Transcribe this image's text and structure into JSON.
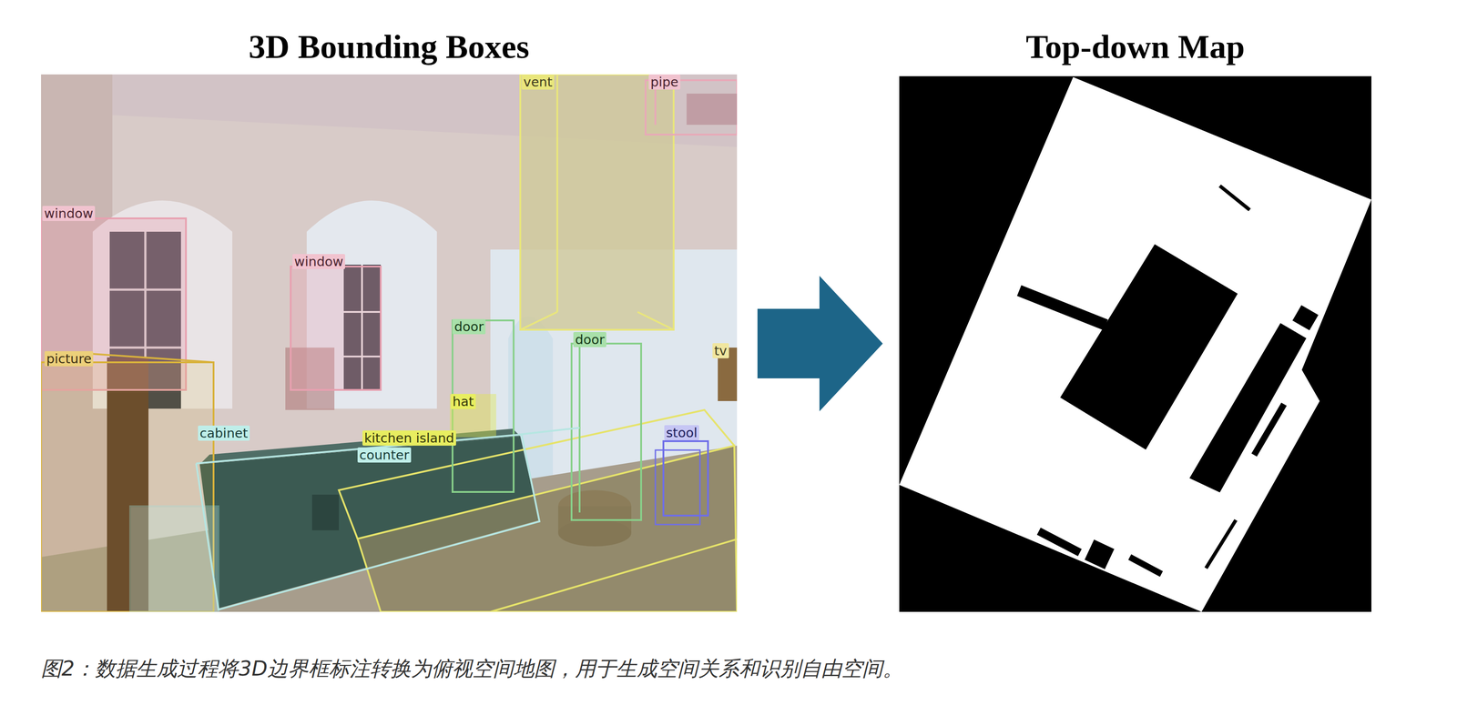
{
  "diagram": {
    "caption": "图2：数据生成过程将3D边界框标注转换为俯视空间地图，用于生成空间关系和识别自由空间。",
    "nodes": [
      {
        "text": [
          "3D Bounding Boxes"
        ]
      },
      {
        "text": [
          "Top-down Map"
        ]
      }
    ],
    "edges": [
      {
        "from": 0,
        "to": 1,
        "arrow": "to"
      }
    ],
    "labels": [
      "vent",
      "pipe",
      "window",
      "window",
      "door",
      "door",
      "tv",
      "picture",
      "hat",
      "cabinet",
      "kitchen island",
      "counter",
      "stool"
    ]
  }
}
